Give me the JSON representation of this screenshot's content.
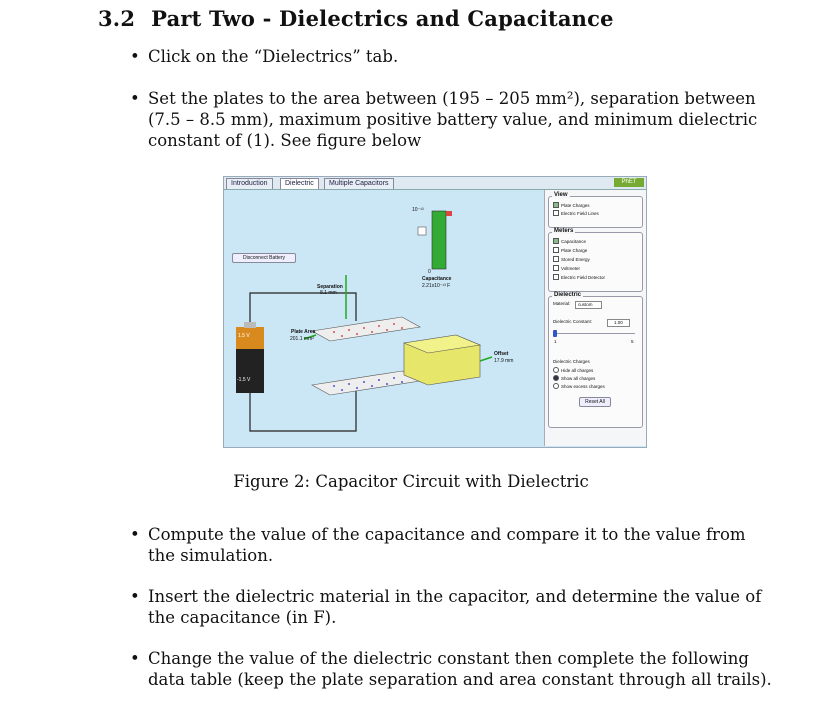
{
  "section": {
    "number": "3.2",
    "title": "Part Two - Dielectrics and Capacitance"
  },
  "bullets": [
    "Click on the “Dielectrics” tab.",
    "Set the plates to the area between (195 – 205 mm²), separation between (7.5 – 8.5 mm), maximum positive battery value, and minimum dielectric constant of (1). See figure below",
    "Compute the value of the capacitance and compare it to the value from the simulation.",
    "Insert the dielectric material in the capacitor, and determine the value of the capacitance (in F).",
    "Change the value of the dielectric constant then complete the following data table (keep the plate separation and area constant through all trails)."
  ],
  "figure": {
    "caption": "Figure 2: Capacitor Circuit with Dielectric",
    "tabs": [
      "Introduction",
      "Dielectric",
      "Multiple Capacitors"
    ],
    "logo": "PhET",
    "disconnect_button": "Disconnect Battery",
    "battery_top": "1.5 V",
    "battery_bottom": "-1.5 V",
    "separation_label": "Separation",
    "separation_value": "8.1 mm",
    "area_label": "Plate Area",
    "area_value": "201.1 mm²",
    "offset_label": "Offset",
    "offset_value": "17.9 mm",
    "meter_top": "10⁻¹³",
    "meter_bottom": "0",
    "capacitance_label": "Capacitance",
    "capacitance_value": "2.21x10⁻¹³ F",
    "panel": {
      "view_title": "View",
      "view_items": [
        {
          "label": "Plate Charges",
          "checked": true
        },
        {
          "label": "Electric Field Lines",
          "checked": false
        }
      ],
      "meters_title": "Meters",
      "meters_items": [
        {
          "label": "Capacitance",
          "checked": true
        },
        {
          "label": "Plate Charge",
          "checked": false
        },
        {
          "label": "Stored Energy",
          "checked": false
        },
        {
          "label": "Voltmeter",
          "checked": false
        },
        {
          "label": "Electric Field Detector",
          "checked": false
        }
      ],
      "dielectric_title": "Dielectric",
      "material_label": "Material:",
      "material_value": "custom",
      "constant_label": "Dielectric Constant:",
      "constant_value": "1.00",
      "slider_min": "1",
      "slider_max": "5",
      "charges_title": "Dielectric Charges",
      "charges_items": [
        {
          "label": "Hide all charges",
          "selected": false
        },
        {
          "label": "Show all charges",
          "selected": true
        },
        {
          "label": "Show excess charges",
          "selected": false
        }
      ],
      "reset_button": "Reset All"
    }
  }
}
